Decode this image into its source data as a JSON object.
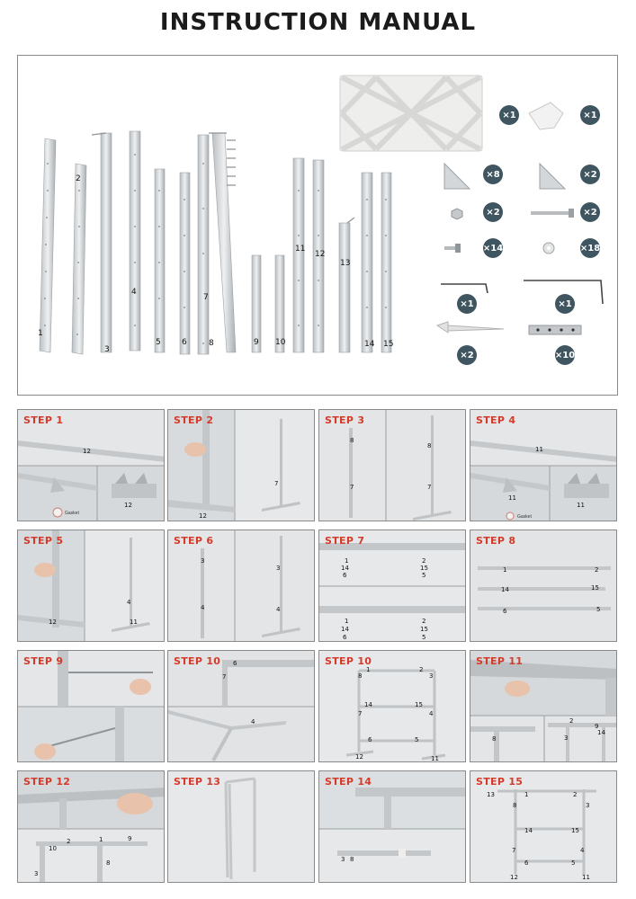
{
  "page": {
    "title": "INSTRUCTION MANUAL"
  },
  "parts": {
    "rail_numbers": [
      "1",
      "2",
      "3",
      "4",
      "5",
      "6",
      "7",
      "8",
      "9",
      "10",
      "11",
      "12",
      "13",
      "14",
      "15"
    ],
    "hardware_counts": [
      "×1",
      "×1",
      "×8",
      "×2",
      "×2",
      "×2",
      "×14",
      "×18",
      "×1",
      "×1",
      "×2",
      "×10"
    ]
  },
  "steps": [
    {
      "label": "STEP 1",
      "labels": [
        "12",
        "12",
        "Gasket"
      ]
    },
    {
      "label": "STEP 2",
      "labels": [
        "12",
        "7"
      ]
    },
    {
      "label": "STEP 3",
      "labels": [
        "8",
        "7",
        "8",
        "7"
      ]
    },
    {
      "label": "STEP 4",
      "labels": [
        "11",
        "11",
        "11",
        "Gasket"
      ]
    },
    {
      "label": "STEP 5",
      "labels": [
        "12",
        "4",
        "11"
      ]
    },
    {
      "label": "STEP 6",
      "labels": [
        "3",
        "4",
        "3",
        "4"
      ]
    },
    {
      "label": "STEP 7",
      "labels": [
        "1",
        "2",
        "14",
        "15",
        "6",
        "5",
        "1",
        "2",
        "14",
        "15",
        "6",
        "5"
      ]
    },
    {
      "label": "STEP 8",
      "labels": [
        "1",
        "2",
        "14",
        "15",
        "6",
        "5"
      ]
    },
    {
      "label": "STEP 9",
      "labels": []
    },
    {
      "label": "STEP 10",
      "labels": [
        "6",
        "7",
        "4"
      ]
    },
    {
      "label": "STEP 10",
      "labels": [
        "1",
        "2",
        "8",
        "3",
        "14",
        "15",
        "7",
        "4",
        "6",
        "5",
        "12",
        "11"
      ]
    },
    {
      "label": "STEP 11",
      "labels": [
        "2",
        "9",
        "8",
        "3",
        "14"
      ]
    },
    {
      "label": "STEP 12",
      "labels": [
        "2",
        "1",
        "9",
        "10",
        "8",
        "3"
      ]
    },
    {
      "label": "STEP 13",
      "labels": []
    },
    {
      "label": "STEP 14",
      "labels": [
        "3",
        "8"
      ]
    },
    {
      "label": "STEP 15",
      "labels": [
        "13",
        "1",
        "2",
        "8",
        "3",
        "14",
        "15",
        "7",
        "4",
        "6",
        "5",
        "12",
        "11"
      ]
    }
  ],
  "colors": {
    "step_label": "#d43b2b",
    "badge": "#3f5560",
    "metal": "#c9cdd0"
  }
}
